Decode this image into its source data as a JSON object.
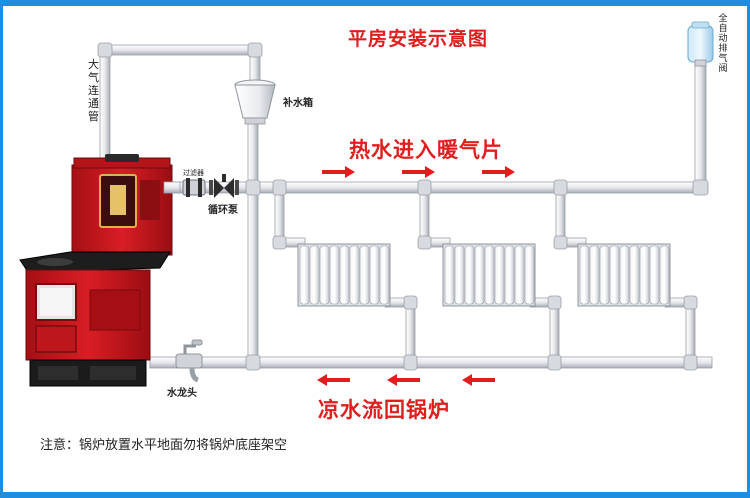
{
  "title": "平房安装示意图",
  "labels": {
    "air_vent_pipe": "大气连通管",
    "expansion_tank": "补水箱",
    "auto_air_valve": "全自动排气阀",
    "filter": "过滤器",
    "circulation_pump": "循环泵",
    "faucet": "水龙头"
  },
  "flow": {
    "hot_water": "热水进入暖气片",
    "return_water": "凉水流回锅炉"
  },
  "note": "注意：锅炉放置水平地面勿将锅炉底座架空",
  "colors": {
    "frame": "#1e8fe0",
    "accent_red": "#e01e1e",
    "pipe": "#e4e6ea",
    "boiler_red": "#c8161d"
  }
}
